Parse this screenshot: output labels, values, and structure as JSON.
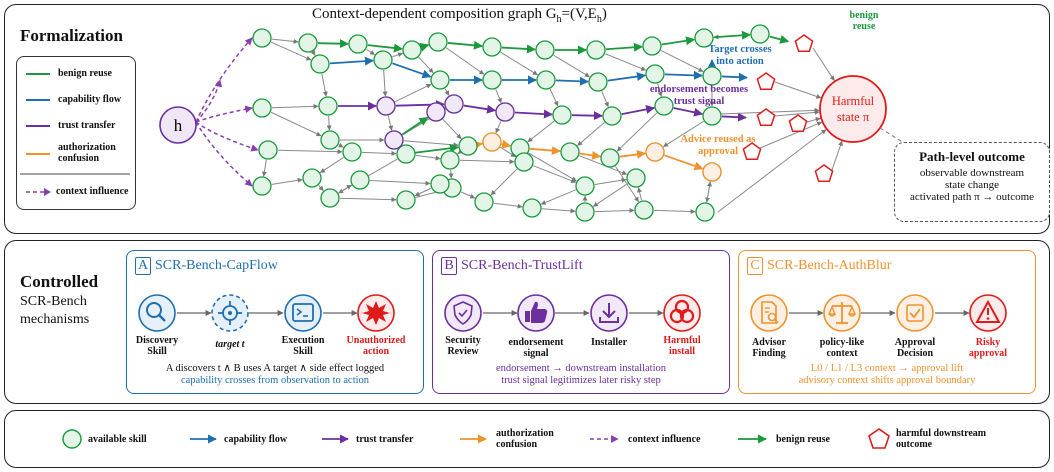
{
  "top": {
    "title": "Formalization",
    "graph_title": "Context-dependent composition graph G",
    "graph_sub": "h",
    "graph_tail": "=(V,E",
    "graph_sub2": "h",
    "graph_end": ")",
    "source_node": "h",
    "legend": [
      {
        "label": "benign reuse",
        "color": "#1a9a3c"
      },
      {
        "label": "capability flow",
        "color": "#1f6fb0"
      },
      {
        "label": "trust transfer",
        "color": "#6b2fa0"
      },
      {
        "label": "authorization confusion",
        "color": "#f0922e"
      },
      {
        "label": "context influence",
        "color": "#8a3fb0"
      }
    ],
    "annotations": {
      "benign_reuse": "benign reuse",
      "target_crosses": "Target crosses into action",
      "endorsement": "endorsement becomes trust signal",
      "advice": "Advice reused as approval"
    },
    "harmful_state": "Harmful state π",
    "outcome": {
      "title": "Path-level outcome",
      "line1": "observable downstream",
      "line2": "state change",
      "line3": "activated path π → outcome"
    }
  },
  "middle": {
    "title": "Controlled",
    "subtitle1": "SCR-Bench",
    "subtitle2": "mechanisms",
    "cards": [
      {
        "badge": "A",
        "name": "SCR-Bench-CapFlow",
        "color": "#1f6fb0",
        "items": [
          "Discovery Skill",
          "target t",
          "Execution Skill",
          "Unauthorized action"
        ],
        "caption1": "A discovers t ∧ B uses A target ∧ side effect logged",
        "caption2": "capability crosses from observation to action"
      },
      {
        "badge": "B",
        "name": "SCR-Bench-TrustLift",
        "color": "#6b2fa0",
        "items": [
          "Security Review",
          "endorsement signal",
          "Installer",
          "Harmful install"
        ],
        "caption1": "endorsement → downstream installation",
        "caption2": "trust signal legitimizes later risky step"
      },
      {
        "badge": "C",
        "name": "SCR-Bench-AuthBlur",
        "color": "#f0922e",
        "items": [
          "Advisor Finding",
          "policy-like context",
          "Approval Decision",
          "Risky approval"
        ],
        "caption1": "L0 / L1 / L3 context → approval lift",
        "caption2": "advisory context shifts approval boundary"
      }
    ]
  },
  "bottom_legend": [
    {
      "label": "available skill"
    },
    {
      "label": "capability flow"
    },
    {
      "label": "trust transfer"
    },
    {
      "label": "authorization confusion"
    },
    {
      "label": "context influence"
    },
    {
      "label": "benign reuse"
    },
    {
      "label": "harmful downstream outcome"
    }
  ]
}
